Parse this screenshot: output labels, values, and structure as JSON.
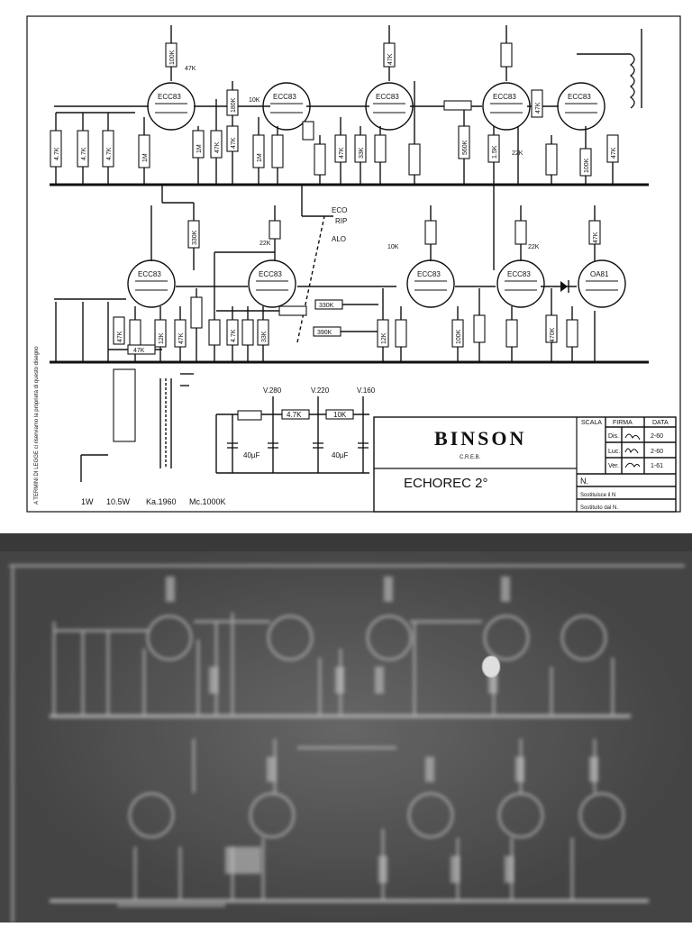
{
  "title_block": {
    "brand": "BINSON",
    "brand_sub": "C.R.E.B.",
    "model": "ECHOREC 2°",
    "table_headers": [
      "SCALA",
      "FIRMA",
      "DATA"
    ],
    "rows": [
      {
        "role": "Dis.",
        "date": "2-60"
      },
      {
        "role": "Luc.",
        "date": "2-60"
      },
      {
        "role": "Ver.",
        "date": "1-61"
      }
    ],
    "number_label": "N.",
    "replaces": "Sostituisce il N",
    "replaced_by": "Sostituito dal N."
  },
  "footer_text": [
    "1W",
    "10.5W",
    "Ka.1960",
    "Mc.1000K"
  ],
  "side_note": "A TERMINI DI LEGGE ci riserviamo la proprietà di questo disegno",
  "tubes_top": [
    "ECC83",
    "ECC83",
    "ECC83",
    "ECC83",
    "ECC83"
  ],
  "tubes_bottom": [
    "ECC83",
    "ECC83",
    "ECC83",
    "ECC83",
    "OA81"
  ],
  "resistor_labels": {
    "col_left": [
      "4.7K",
      "4.7K",
      "4.7K"
    ],
    "top": [
      "100K",
      "47K",
      "1M",
      "1M",
      "47K",
      "180K",
      "47K",
      "1M",
      "10K",
      "47K",
      "33K",
      "47K",
      "560K",
      "22K",
      "1.5K",
      "47K",
      "100K",
      "47K"
    ],
    "bottom": [
      "330K",
      "47K",
      "47K",
      "22K",
      "47K",
      "12K",
      "4.7K",
      "33K",
      "10K",
      "330K",
      "390K",
      "22K",
      "470K",
      "100K",
      "12K",
      "47K"
    ]
  },
  "switch_labels": [
    "ECO",
    "RIP",
    "ALO"
  ],
  "supply_labels": [
    "V.280",
    "V.220",
    "V.160",
    "40µF",
    "40µF",
    "4.7K",
    "10K"
  ]
}
